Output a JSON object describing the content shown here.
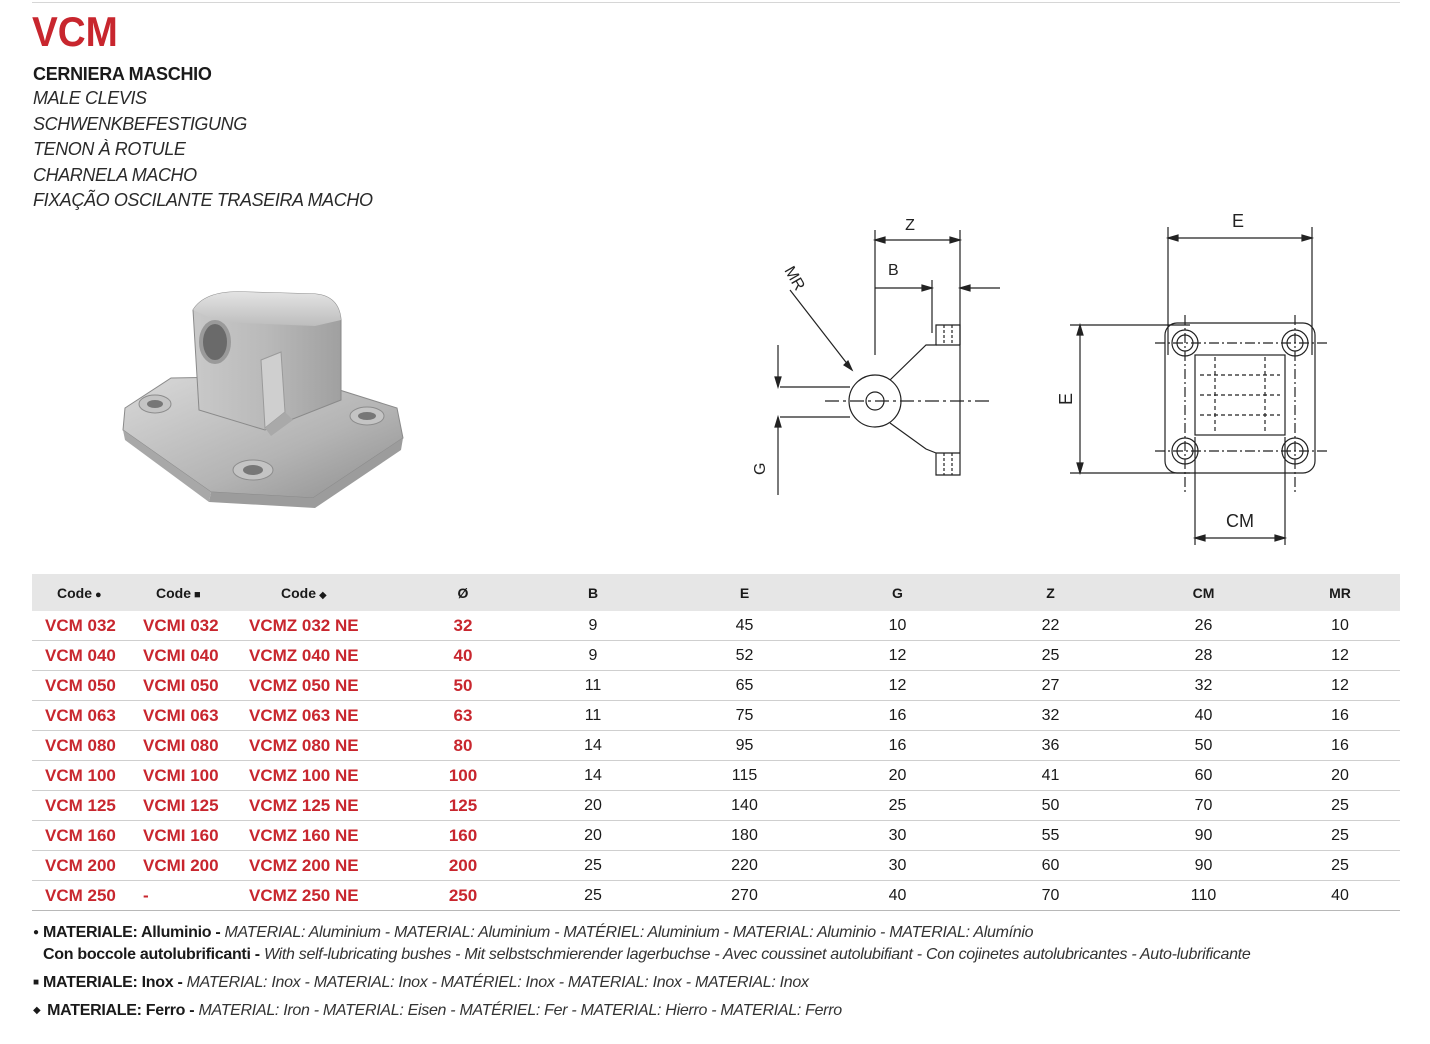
{
  "header": {
    "brand": "VCM",
    "names": [
      "CERNIERA MASCHIO",
      "MALE CLEVIS",
      "SCHWENKBEFESTIGUNG",
      "TENON À ROTULE",
      "CHARNELA MACHO",
      "FIXAÇÃO OSCILANTE TRASEIRA MACHO"
    ]
  },
  "drawing_labels": {
    "z": "Z",
    "b": "B",
    "mr": "MR",
    "g": "G",
    "e_top": "E",
    "e_side": "E",
    "cm": "CM"
  },
  "table": {
    "headers": [
      "Code",
      "Code",
      "Code",
      "Ø",
      "B",
      "E",
      "G",
      "Z",
      "CM",
      "MR"
    ],
    "header_markers": [
      "●",
      "■",
      "◆"
    ],
    "rows": [
      [
        "VCM 032",
        "VCMI 032",
        "VCMZ 032 NE",
        "32",
        "9",
        "45",
        "10",
        "22",
        "26",
        "10"
      ],
      [
        "VCM 040",
        "VCMI 040",
        "VCMZ 040 NE",
        "40",
        "9",
        "52",
        "12",
        "25",
        "28",
        "12"
      ],
      [
        "VCM 050",
        "VCMI 050",
        "VCMZ 050 NE",
        "50",
        "11",
        "65",
        "12",
        "27",
        "32",
        "12"
      ],
      [
        "VCM 063",
        "VCMI 063",
        "VCMZ 063 NE",
        "63",
        "11",
        "75",
        "16",
        "32",
        "40",
        "16"
      ],
      [
        "VCM 080",
        "VCMI 080",
        "VCMZ 080 NE",
        "80",
        "14",
        "95",
        "16",
        "36",
        "50",
        "16"
      ],
      [
        "VCM 100",
        "VCMI 100",
        "VCMZ 100 NE",
        "100",
        "14",
        "115",
        "20",
        "41",
        "60",
        "20"
      ],
      [
        "VCM 125",
        "VCMI 125",
        "VCMZ 125 NE",
        "125",
        "20",
        "140",
        "25",
        "50",
        "70",
        "25"
      ],
      [
        "VCM 160",
        "VCMI 160",
        "VCMZ 160 NE",
        "160",
        "20",
        "180",
        "30",
        "55",
        "90",
        "25"
      ],
      [
        "VCM 200",
        "VCMI 200",
        "VCMZ 200 NE",
        "200",
        "25",
        "220",
        "30",
        "60",
        "90",
        "25"
      ],
      [
        "VCM 250",
        "-",
        "VCMZ 250 NE",
        "250",
        "25",
        "270",
        "40",
        "70",
        "110",
        "40"
      ]
    ]
  },
  "notes": {
    "n1_marker": "●",
    "n1_bold": "MATERIALE: Alluminio - ",
    "n1_italic": "MATERIAL: Aluminium - MATERIAL: Aluminium - MATÉRIEL: Aluminium - MATERIAL: Aluminio - MATERIAL: Alumínio",
    "n2_bold": "Con boccole autolubrificanti - ",
    "n2_italic": "With self-lubricating bushes - Mit selbstschmierender lagerbuchse - Avec coussinet autolubifiant - Con cojinetes autolubricantes - Auto-lubrificante",
    "n3_marker": "■",
    "n3_bold": "MATERIALE: Inox - ",
    "n3_italic": "MATERIAL: Inox - MATERIAL: Inox - MATÉRIEL: Inox - MATERIAL: Inox - MATERIAL: Inox",
    "n4_marker": "◆",
    "n4_bold": " MATERIALE: Ferro - ",
    "n4_italic": "MATERIAL: Iron - MATERIAL: Eisen - MATÉRIEL: Fer - MATERIAL: Hierro - MATERIAL: Ferro"
  },
  "colors": {
    "accent": "#c8262e",
    "header_bg": "#e6e6e6"
  }
}
